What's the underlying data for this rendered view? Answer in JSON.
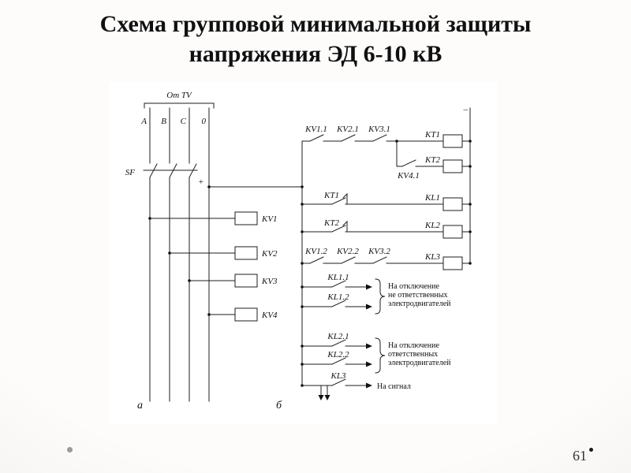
{
  "slide": {
    "title_line1": "Схема групповой минимальной защиты",
    "title_line2": "напряжения ЭД 6-10 кВ",
    "page_number": "61"
  },
  "schematic": {
    "source": "От TV",
    "phases": [
      "A",
      "B",
      "C",
      "0"
    ],
    "sf": "SF",
    "plus": "+",
    "minus": "–",
    "voltage_relays": [
      "KV1",
      "KV2",
      "KV3",
      "KV4"
    ],
    "top_contacts": [
      "KV1.1",
      "KV2.1",
      "KV3.1"
    ],
    "kv4_contact": "KV4.1",
    "time_relay_coils": [
      "KT1",
      "KT2"
    ],
    "time_relay_contacts": [
      "KT1",
      "KT2"
    ],
    "output_relay_coils": [
      "KL1",
      "KL2",
      "KL3"
    ],
    "mid_contacts": [
      "KV1.2",
      "KV2.2",
      "KV3.2"
    ],
    "output_contacts_group1": [
      "KL1.1",
      "KL1.2"
    ],
    "output_contacts_group2": [
      "KL2.1",
      "KL2.2"
    ],
    "kl3_contact": "KL3",
    "note1": [
      "На отключение",
      "не ответственных",
      "электродвигателей"
    ],
    "note2": [
      "На отключение",
      "ответственных",
      "электродвигателей"
    ],
    "note3": "На сигнал",
    "section_a": "а",
    "section_b": "б"
  },
  "colors": {
    "line": "#1c1c1c",
    "background": "#f4f2ef",
    "diagram_bg": "#ffffff"
  }
}
